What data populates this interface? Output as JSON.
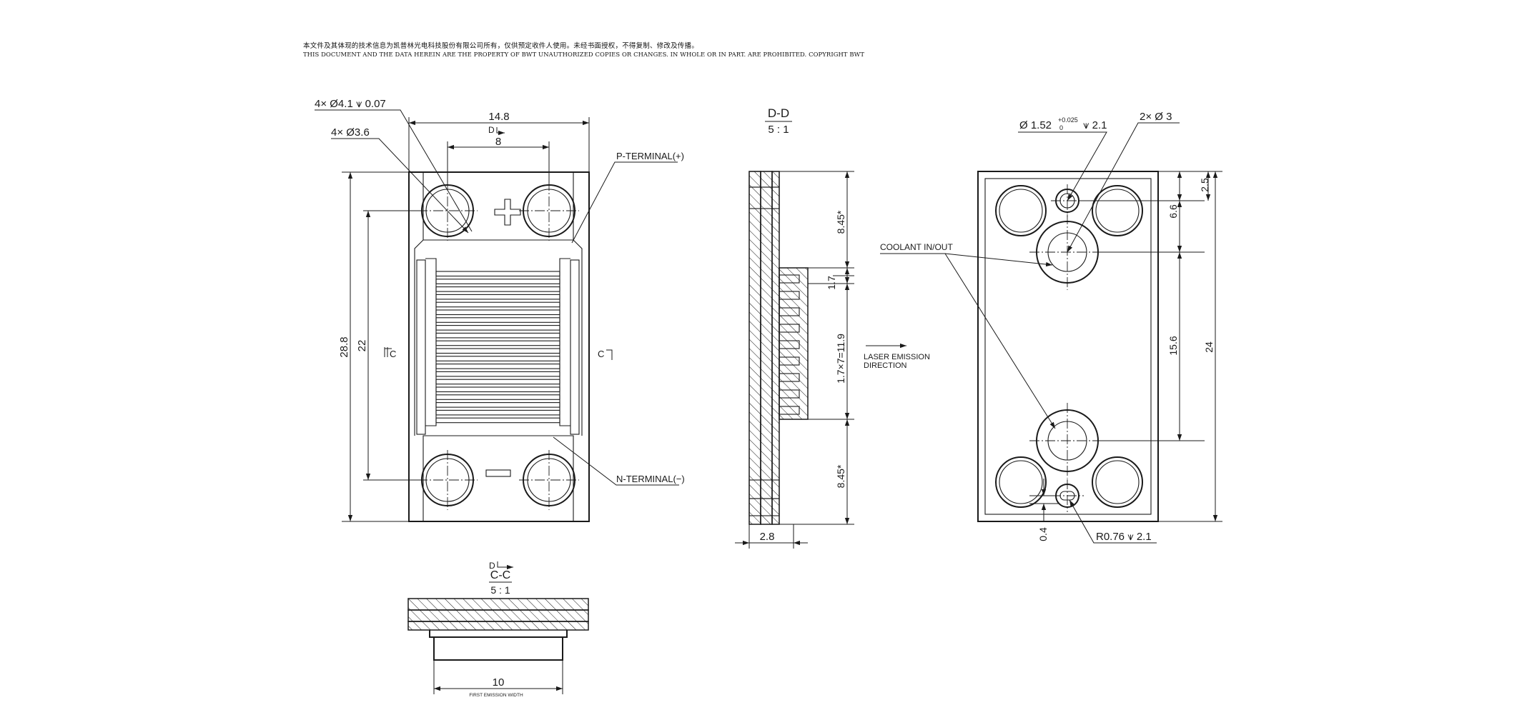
{
  "notice": {
    "chinese": "本文件及其体现的技术信息为凯普林光电科技股份有限公司所有，仅供预定收件人使用。未经书面授权，不得复制、修改及传播。",
    "english": "THIS DOCUMENT AND THE DATA HEREIN ARE THE PROPERTY OF BWT UNAUTHORIZED COPIES OR CHANGES. IN WHOLE OR IN PART. ARE PROHIBITED. COPYRIGHT BWT"
  },
  "front_view": {
    "hole_spec_1": "4× Ø4.1 ⩛ 0.07",
    "hole_spec_2": "4× Ø3.6",
    "dim_width": "14.8",
    "dim_hole_spacing": "8",
    "dim_height": "28.8",
    "dim_hole_vertical": "22",
    "section_d_mark": "D",
    "section_c_left": "C",
    "section_c_right": "C",
    "plus_symbol": "+",
    "minus_symbol": "−",
    "p_terminal": "P-TERMINAL(+)",
    "n_terminal": "N-TERMINAL(−)"
  },
  "section_dd": {
    "title": "D-D",
    "scale": "5 : 1",
    "dim_top": "8.45*",
    "dim_pitch": "1.7",
    "dim_stack": "1.7×7=11.9",
    "dim_bottom": "8.45*",
    "dim_thickness": "2.8",
    "laser_label_line1": "LASER EMISSION",
    "laser_label_line2": "DIRECTION"
  },
  "back_view": {
    "hole_small_spec": "Ø 1.52",
    "tolerance_upper": "+0.025",
    "tolerance_lower": "0",
    "depth_spec": "⩛ 2.1",
    "hole_large_spec": "2× Ø 3",
    "coolant_label": "COOLANT IN/OUT",
    "dim_2_5": "2.5",
    "dim_6_6": "6.6",
    "dim_15_6": "15.6",
    "dim_24": "24",
    "dim_0_4": "0.4",
    "radius_spec": "R0.76 ⩛ 2.1"
  },
  "section_cc": {
    "section_d_mark": "D",
    "title": "C-C",
    "scale": "5 : 1",
    "dim_width": "10",
    "dim_label": "FIRST EMISSION WIDTH"
  }
}
